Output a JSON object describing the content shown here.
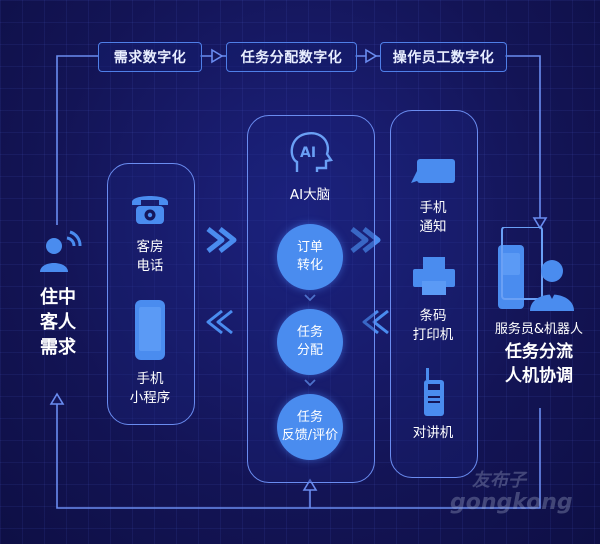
{
  "top_tags": [
    {
      "label": "需求数字化"
    },
    {
      "label": "任务分配数字化"
    },
    {
      "label": "操作员工数字化"
    }
  ],
  "left": {
    "title_line1": "住中",
    "title_line2": "客人",
    "title_line3": "需求"
  },
  "channels": {
    "phone": {
      "line1": "客房",
      "line2": "电话"
    },
    "mini": {
      "line1": "手机",
      "line2": "小程序"
    }
  },
  "ai": {
    "title": "AI大脑",
    "icon_text": "AI",
    "steps": [
      {
        "line1": "订单",
        "line2": "转化"
      },
      {
        "line1": "任务",
        "line2": "分配"
      },
      {
        "line1": "任务",
        "line2": "反馈/评价"
      }
    ]
  },
  "devices": {
    "notify": {
      "line1": "手机",
      "line2": "通知"
    },
    "printer": {
      "line1": "条码",
      "line2": "打印机"
    },
    "walkie": {
      "line1": "对讲机"
    }
  },
  "right": {
    "line1": "服务员&机器人",
    "line2": "任务分流",
    "line3": "人机协调"
  },
  "watermark": {
    "line1": "友布子",
    "line2": "gongkong"
  },
  "colors": {
    "accent": "#4a8cef",
    "line": "#6a8cf0",
    "bg": "#15165a"
  }
}
